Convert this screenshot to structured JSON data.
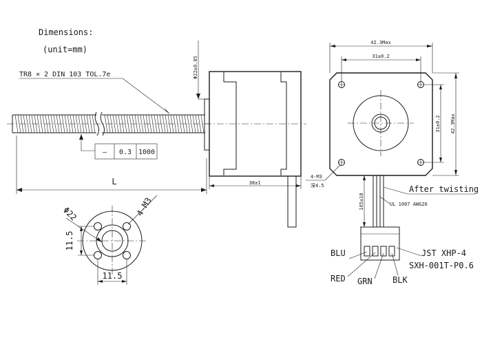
{
  "header": {
    "title": "Dimensions:",
    "unit": "(unit=mm)"
  },
  "labels": {
    "thread_spec": "TR8 × 2 DIN 103 TOL.7e",
    "flat_symbol": "—",
    "tolerance": "0.3",
    "tolerance_length": "1000",
    "screw_length": "L",
    "boss_dia": "Φ22±0.05",
    "body_length": "38±1",
    "width_max_top": "42.3Max",
    "hole_spacing_top": "31±0.2",
    "hole_spacing_right": "31±0.2",
    "width_max_right": "42.3Max",
    "mount_holes": "4-M3",
    "hole_depth": "深4.5",
    "lead_length": "165±10",
    "after_twisting": "After twisting",
    "wire_spec": "UL 1007 AWG26",
    "connector": "JST XHP-4",
    "terminal": "SXH-001T-P0.6",
    "nut_dia": "Φ22",
    "nut_holes": "4-M3",
    "nut_height": "11.5",
    "nut_width": "11.5"
  },
  "wires": [
    "BLU",
    "RED",
    "GRN",
    "BLK"
  ],
  "colors": {
    "line": "#1a1a1a",
    "background": "#ffffff"
  }
}
